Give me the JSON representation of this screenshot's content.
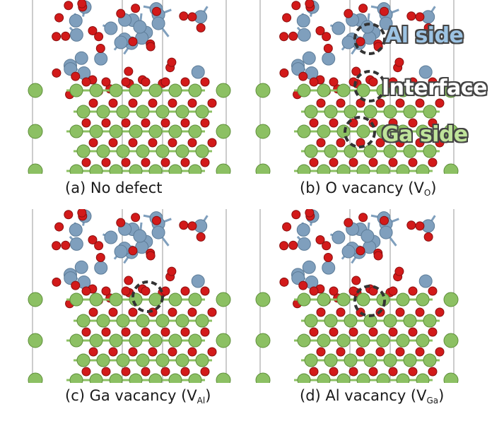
{
  "panels": [
    {
      "caption_main": "(a) No defect",
      "caption_sub": "",
      "caption_tail": ""
    },
    {
      "caption_main": "(b) O vacancy (V",
      "caption_sub": "O",
      "caption_tail": ")"
    },
    {
      "caption_main": "(c) Ga vacancy (V",
      "caption_sub": "Al",
      "caption_tail": ")"
    },
    {
      "caption_main": "(d) Al vacancy (V",
      "caption_sub": "Ga",
      "caption_tail": ")"
    }
  ],
  "annotations": {
    "al_side": "Al side",
    "interface": "Interface",
    "ga_side": "Ga side"
  },
  "colors": {
    "al_atom": "#7f9fbd",
    "o_atom": "#d21a1a",
    "ga_atom": "#8cc063",
    "bond_line": "#9a9a9a",
    "vacancy_marker": "#333333"
  }
}
